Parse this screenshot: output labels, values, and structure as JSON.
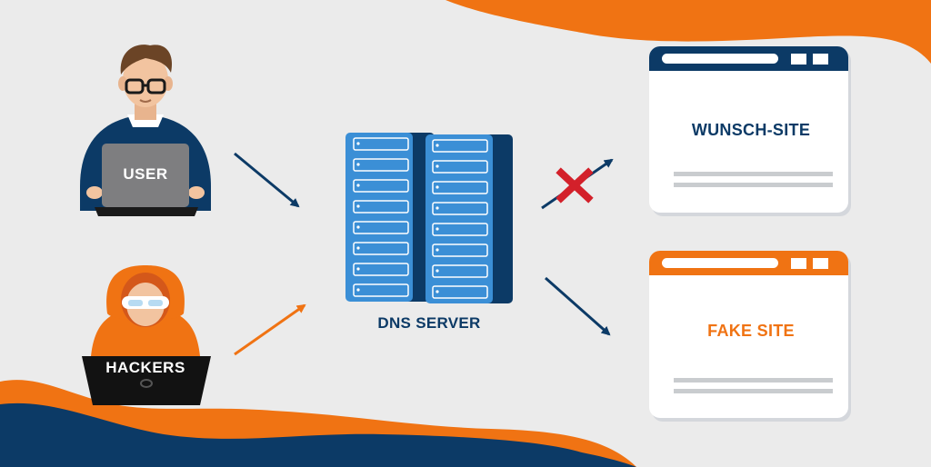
{
  "labels": {
    "user": "USER",
    "hackers": "HACKERS",
    "dns_server": "DNS SERVER",
    "wunsch_site": "WUNSCH-SITE",
    "fake_site": "FAKE SITE"
  },
  "colors": {
    "navy": "#0c3a66",
    "orange": "#f07313",
    "server_blue": "#3b8fd6",
    "background": "#ebebeb",
    "blocked_x": "#d3202a"
  },
  "icons": {
    "user": "user-with-laptop-icon",
    "hacker": "hooded-hacker-icon",
    "server": "server-rack-icon",
    "blocked": "red-x-icon"
  }
}
